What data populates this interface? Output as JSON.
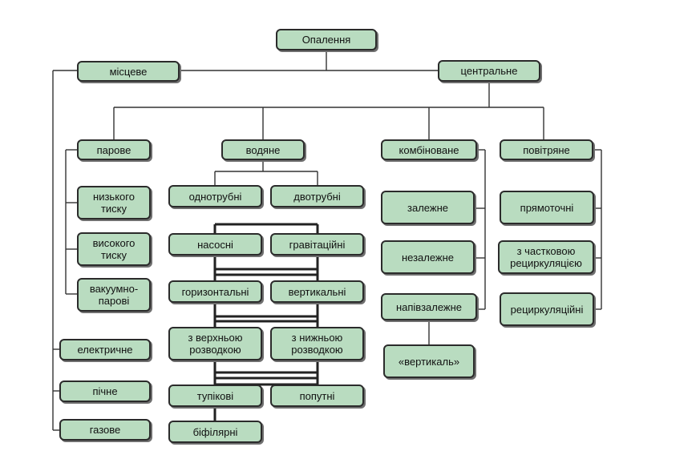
{
  "colors": {
    "node_fill": "#b9dcc0",
    "node_border": "#2b2b2b",
    "line": "#333333",
    "background": "#ffffff"
  },
  "nodes": {
    "root": "Опалення",
    "local": "місцеве",
    "central": "центральне",
    "steam": "парове",
    "water": "водяне",
    "combined": "комбіноване",
    "air": "повітряне",
    "low_pressure": "низького\nтиску",
    "high_pressure": "високого\nтиску",
    "vacuum_steam": "вакуумно-\nпарові",
    "electric": "електричне",
    "stove": "пічне",
    "gas": "газове",
    "single_pipe": "однотрубні",
    "two_pipe": "двотрубні",
    "pump": "насосні",
    "gravity": "гравітаційні",
    "horizontal": "горизонтальні",
    "vertical": "вертикальні",
    "top_wiring": "з верхньою\nрозводкою",
    "bottom_wiring": "з нижньою\nрозводкою",
    "dead_end": "тупікові",
    "passing": "попутні",
    "bifilar": "біфілярні",
    "dependent": "залежне",
    "independent": "незалежне",
    "semi_dependent": "напівзалежне",
    "vertikal": "«вертикаль»",
    "direct_flow": "прямоточні",
    "partial_recirc": "з частковою\nрециркуляцією",
    "recirc": "рециркуляційні"
  }
}
